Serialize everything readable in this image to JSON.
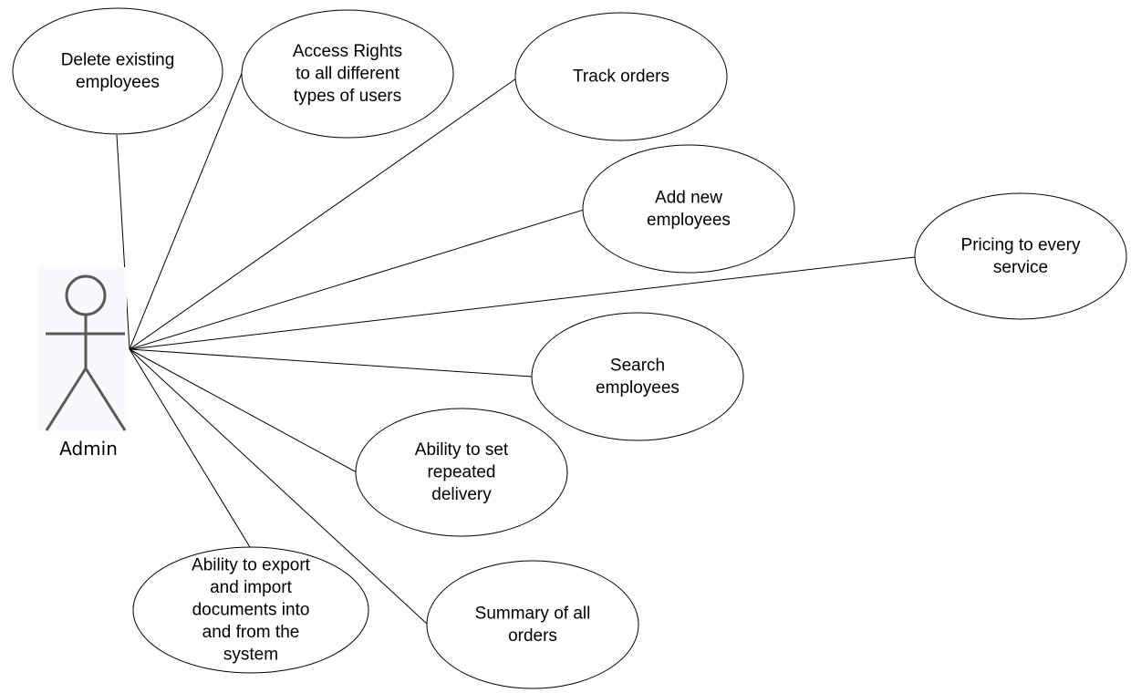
{
  "diagram": {
    "type": "use-case",
    "actor": {
      "name": "Admin",
      "icon": "stick-figure-icon"
    },
    "use_cases": [
      {
        "id": "delete-existing-employees",
        "lines": [
          "Delete existing",
          "employees"
        ]
      },
      {
        "id": "access-rights",
        "lines": [
          "Access Rights",
          "to all different",
          "types of users"
        ]
      },
      {
        "id": "track-orders",
        "lines": [
          "Track orders"
        ]
      },
      {
        "id": "add-new-employees",
        "lines": [
          "Add new",
          "employees"
        ]
      },
      {
        "id": "pricing-to-every-service",
        "lines": [
          "Pricing to every",
          "service"
        ]
      },
      {
        "id": "search-employees",
        "lines": [
          "Search",
          "employees"
        ]
      },
      {
        "id": "repeated-delivery",
        "lines": [
          "Ability to set",
          "repeated",
          "delivery"
        ]
      },
      {
        "id": "export-import-documents",
        "lines": [
          "Ability to export",
          "and import",
          "documents into",
          "and from the",
          "system"
        ]
      },
      {
        "id": "summary-of-all-orders",
        "lines": [
          "Summary of all",
          "orders"
        ]
      }
    ],
    "associations": [
      {
        "from": "Admin",
        "to": "delete-existing-employees"
      },
      {
        "from": "Admin",
        "to": "access-rights"
      },
      {
        "from": "Admin",
        "to": "track-orders"
      },
      {
        "from": "Admin",
        "to": "add-new-employees"
      },
      {
        "from": "Admin",
        "to": "pricing-to-every-service"
      },
      {
        "from": "Admin",
        "to": "search-employees"
      },
      {
        "from": "Admin",
        "to": "repeated-delivery"
      },
      {
        "from": "Admin",
        "to": "export-import-documents"
      },
      {
        "from": "Admin",
        "to": "summary-of-all-orders"
      }
    ],
    "colors": {
      "line": "#000000",
      "actor_stroke": "#5a5a5a",
      "actor_background": "#f8f9fc"
    }
  }
}
